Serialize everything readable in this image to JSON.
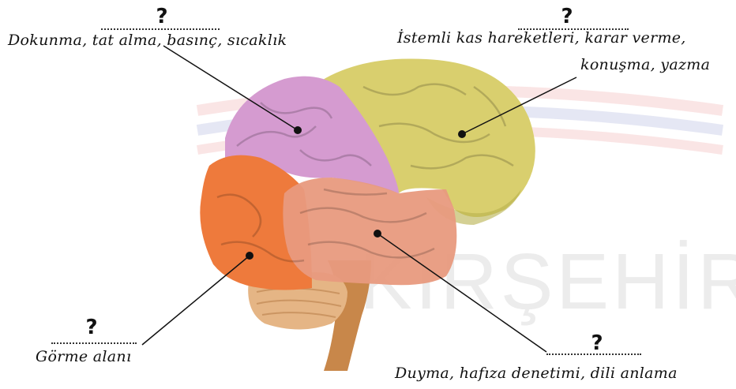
{
  "watermark": "KIRŞEHİR",
  "question_mark": "?",
  "labels": {
    "parietal": "Dokunma, tat alma, basınç, sıcaklık",
    "frontal_line1": "İstemli kas hareketleri, karar verme,",
    "frontal_line2": "konuşma, yazma",
    "occipital": "Görme alanı",
    "temporal": "Duyma, hafıza denetimi, dili anlama"
  },
  "colors": {
    "frontal": "#d9cf6e",
    "parietal": "#d59bd0",
    "occipital": "#ee7a3c",
    "temporal": "#e89a7e",
    "cerebellum": "#e5b585",
    "brainstem": "#c8874a",
    "line": "#111111"
  }
}
